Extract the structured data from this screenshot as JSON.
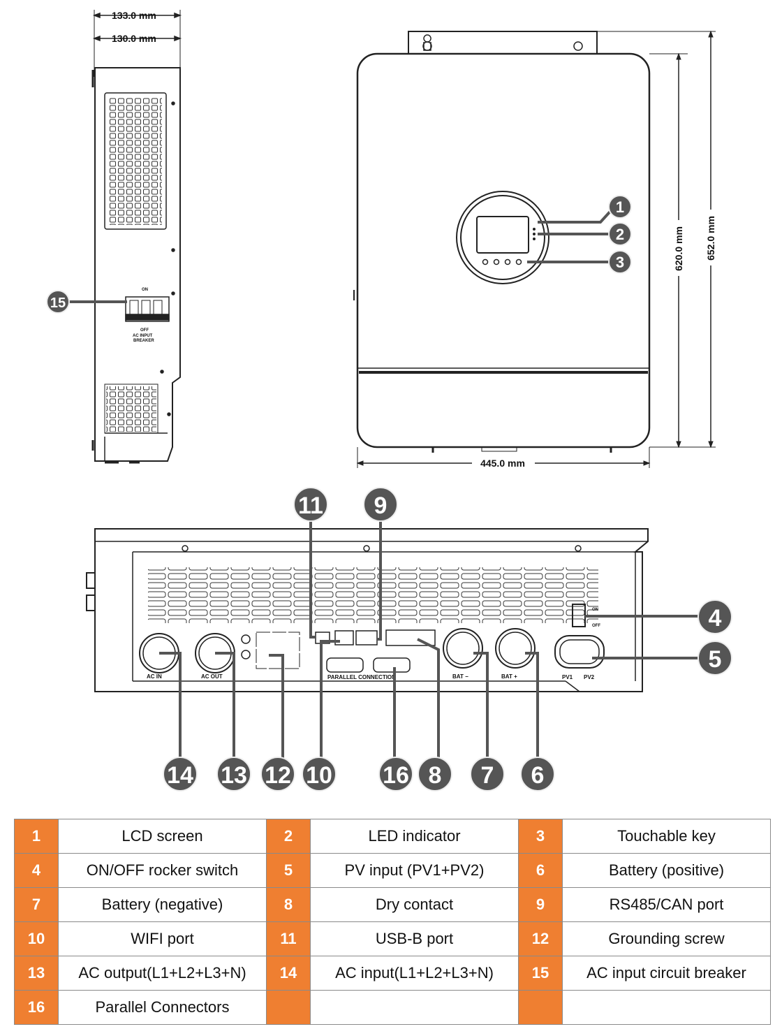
{
  "dimensions": {
    "depth_outer": "133.0 mm",
    "depth_inner": "130.0 mm",
    "width": "445.0 mm",
    "height_body": "620.0 mm",
    "height_total": "652.0 mm"
  },
  "side_panel": {
    "on": "ON",
    "off": "OFF",
    "breaker_line1": "AC  INPUT",
    "breaker_line2": "BREAKER"
  },
  "bottom_panel": {
    "ac_in": "AC  IN",
    "ac_out": "AC OUT",
    "parallel": "PARALLEL CONNECTION",
    "bat_neg": "BAT  −",
    "bat_pos": "BAT  +",
    "pv1": "PV1",
    "pv2": "PV2",
    "on": "ON",
    "off": "OFF"
  },
  "callouts": {
    "c1": "1",
    "c2": "2",
    "c3": "3",
    "c4": "4",
    "c5": "5",
    "c6": "6",
    "c7": "7",
    "c8": "8",
    "c9": "9",
    "c10": "10",
    "c11": "11",
    "c12": "12",
    "c13": "13",
    "c14": "14",
    "c15": "15",
    "c16": "16"
  },
  "legend": [
    [
      {
        "num": "1",
        "desc": "LCD screen"
      },
      {
        "num": "2",
        "desc": "LED indicator"
      },
      {
        "num": "3",
        "desc": "Touchable key"
      }
    ],
    [
      {
        "num": "4",
        "desc": "ON/OFF rocker switch"
      },
      {
        "num": "5",
        "desc": "PV input (PV1+PV2)"
      },
      {
        "num": "6",
        "desc": "Battery (positive)"
      }
    ],
    [
      {
        "num": "7",
        "desc": "Battery (negative)"
      },
      {
        "num": "8",
        "desc": "Dry contact"
      },
      {
        "num": "9",
        "desc": "RS485/CAN port"
      }
    ],
    [
      {
        "num": "10",
        "desc": "WIFI port"
      },
      {
        "num": "11",
        "desc": "USB-B port"
      },
      {
        "num": "12",
        "desc": "Grounding screw"
      }
    ],
    [
      {
        "num": "13",
        "desc": "AC output(L1+L2+L3+N)"
      },
      {
        "num": "14",
        "desc": "AC input(L1+L2+L3+N)"
      },
      {
        "num": "15",
        "desc": "AC input circuit breaker"
      }
    ],
    [
      {
        "num": "16",
        "desc": "Parallel Connectors"
      },
      {
        "num": "",
        "desc": ""
      },
      {
        "num": "",
        "desc": ""
      }
    ]
  ],
  "colors": {
    "legend_number_fill": "#ef7f31",
    "callout_fill": "#444444",
    "line": "#222222"
  }
}
